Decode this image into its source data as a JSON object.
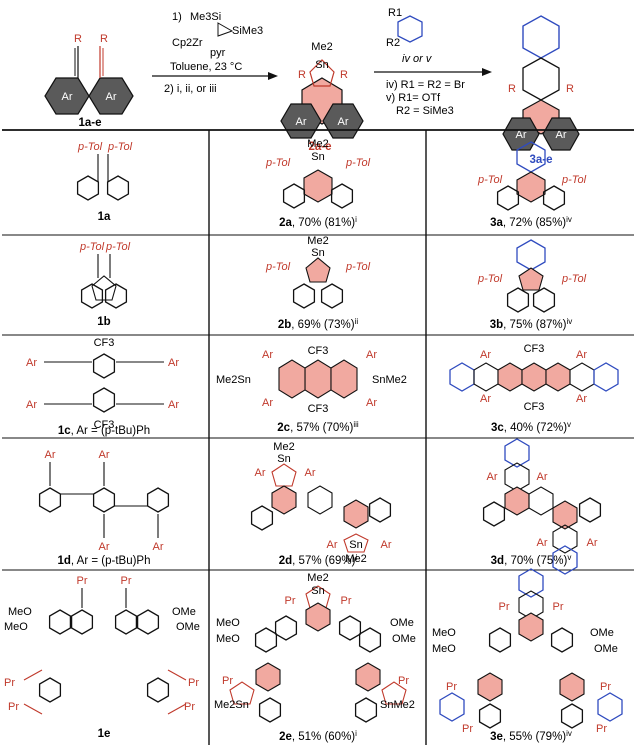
{
  "scheme": {
    "start_label_num": "1a-e",
    "step1": {
      "num": "1)",
      "reagent_a": "Me3Si",
      "reagent_b": "SiMe3",
      "metal": "Cp2Zr",
      "ligand": "pyr",
      "conditions": "Toluene, 23 °C"
    },
    "step2": {
      "text": "2) i, ii, or iii"
    },
    "mid_label_num": "2a-e",
    "sn_label": "Sn",
    "sn_me": "Me2",
    "step3": {
      "top": "iv or v",
      "r1": "R1",
      "r2": "R2",
      "line_iv": "iv) R1 = R2 = Br",
      "line_v1": "v) R1= OTf",
      "line_v2": "R2 = SiMe3"
    },
    "end_label_num": "3a-e",
    "r_label": "R",
    "ar_label": "Ar"
  },
  "rows": [
    {
      "col1": {
        "num": "1a",
        "suffix": "",
        "subst": "p-Tol"
      },
      "col2": {
        "num": "2a",
        "yield": ", 70% (81%)",
        "note": "i"
      },
      "col3": {
        "num": "3a",
        "yield": ", 72% (85%)",
        "note": "iv"
      }
    },
    {
      "col1": {
        "num": "1b",
        "suffix": "",
        "subst": "p-Tol"
      },
      "col2": {
        "num": "2b",
        "yield": ", 69% (73%)",
        "note": "ii"
      },
      "col3": {
        "num": "3b",
        "yield": ", 75% (87%)",
        "note": "iv"
      }
    },
    {
      "col1": {
        "num": "1c",
        "suffix": ", Ar = (p-tBu)Ph",
        "subst": "Ar",
        "cf3": "CF3"
      },
      "col2": {
        "num": "2c",
        "yield": ", 57% (70%)",
        "note": "iii",
        "snme2": "SnMe2",
        "me2sn": "Me2Sn"
      },
      "col3": {
        "num": "3c",
        "yield": ", 40% (72%)",
        "note": "v"
      }
    },
    {
      "col1": {
        "num": "1d",
        "suffix": ", Ar = (p-tBu)Ph",
        "subst": "Ar"
      },
      "col2": {
        "num": "2d",
        "yield": ", 57% (69%)",
        "note": "i"
      },
      "col3": {
        "num": "3d",
        "yield": ", 70% (75%)",
        "note": "v"
      }
    },
    {
      "col1": {
        "num": "1e",
        "suffix": "",
        "subst": "Pr",
        "ome": "OMe",
        "meo": "MeO"
      },
      "col2": {
        "num": "2e",
        "yield": ", 51% (60%)",
        "note": "i"
      },
      "col3": {
        "num": "3e",
        "yield": ", 55% (79%)",
        "note": "iv"
      }
    }
  ],
  "colors": {
    "red": "#c0392b",
    "blue": "#2f4bbf",
    "pink": "#f1a9a0",
    "gray": "#5a5a5a"
  }
}
